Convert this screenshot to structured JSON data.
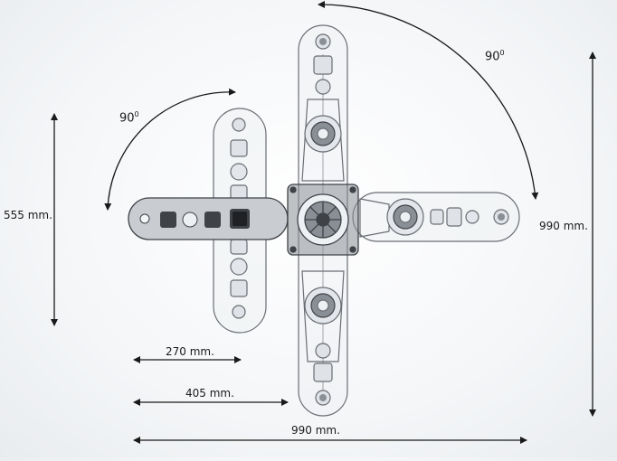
{
  "dimensions": {
    "left_height": "555 mm.",
    "right_height": "990 mm.",
    "short_arm_width": "270 mm.",
    "mid_width": "405 mm.",
    "full_width": "990 mm."
  },
  "angles": {
    "left": {
      "value": "90",
      "superscript": "0"
    },
    "right": {
      "value": "90",
      "superscript": "0"
    }
  },
  "colors": {
    "line": "#1a1a1a",
    "part_outline": "#6a6e74",
    "part_fill": "#eef1f4",
    "dark_part": "#3f4247",
    "mid_part": "#8a8f96"
  }
}
